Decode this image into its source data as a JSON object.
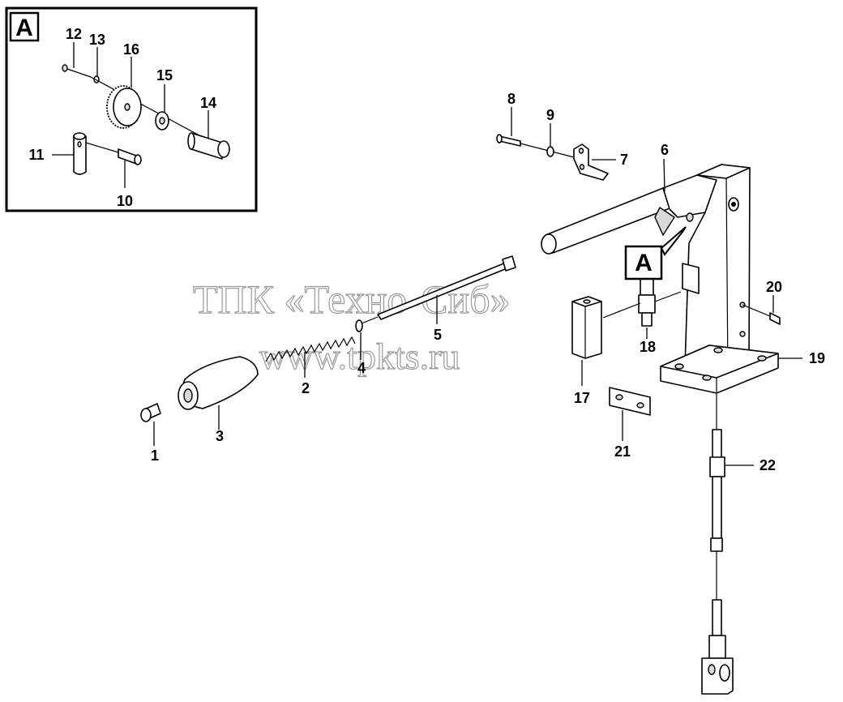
{
  "inset_letter": "A",
  "callout_letter": "A",
  "watermark": {
    "line1": "ТПК «Техно-Сиб»",
    "line2": "www.tpkts.ru"
  },
  "callouts": [
    "1",
    "2",
    "3",
    "4",
    "5",
    "6",
    "7",
    "8",
    "9",
    "10",
    "11",
    "12",
    "13",
    "14",
    "15",
    "16",
    "17",
    "18",
    "19",
    "20",
    "21",
    "22"
  ]
}
